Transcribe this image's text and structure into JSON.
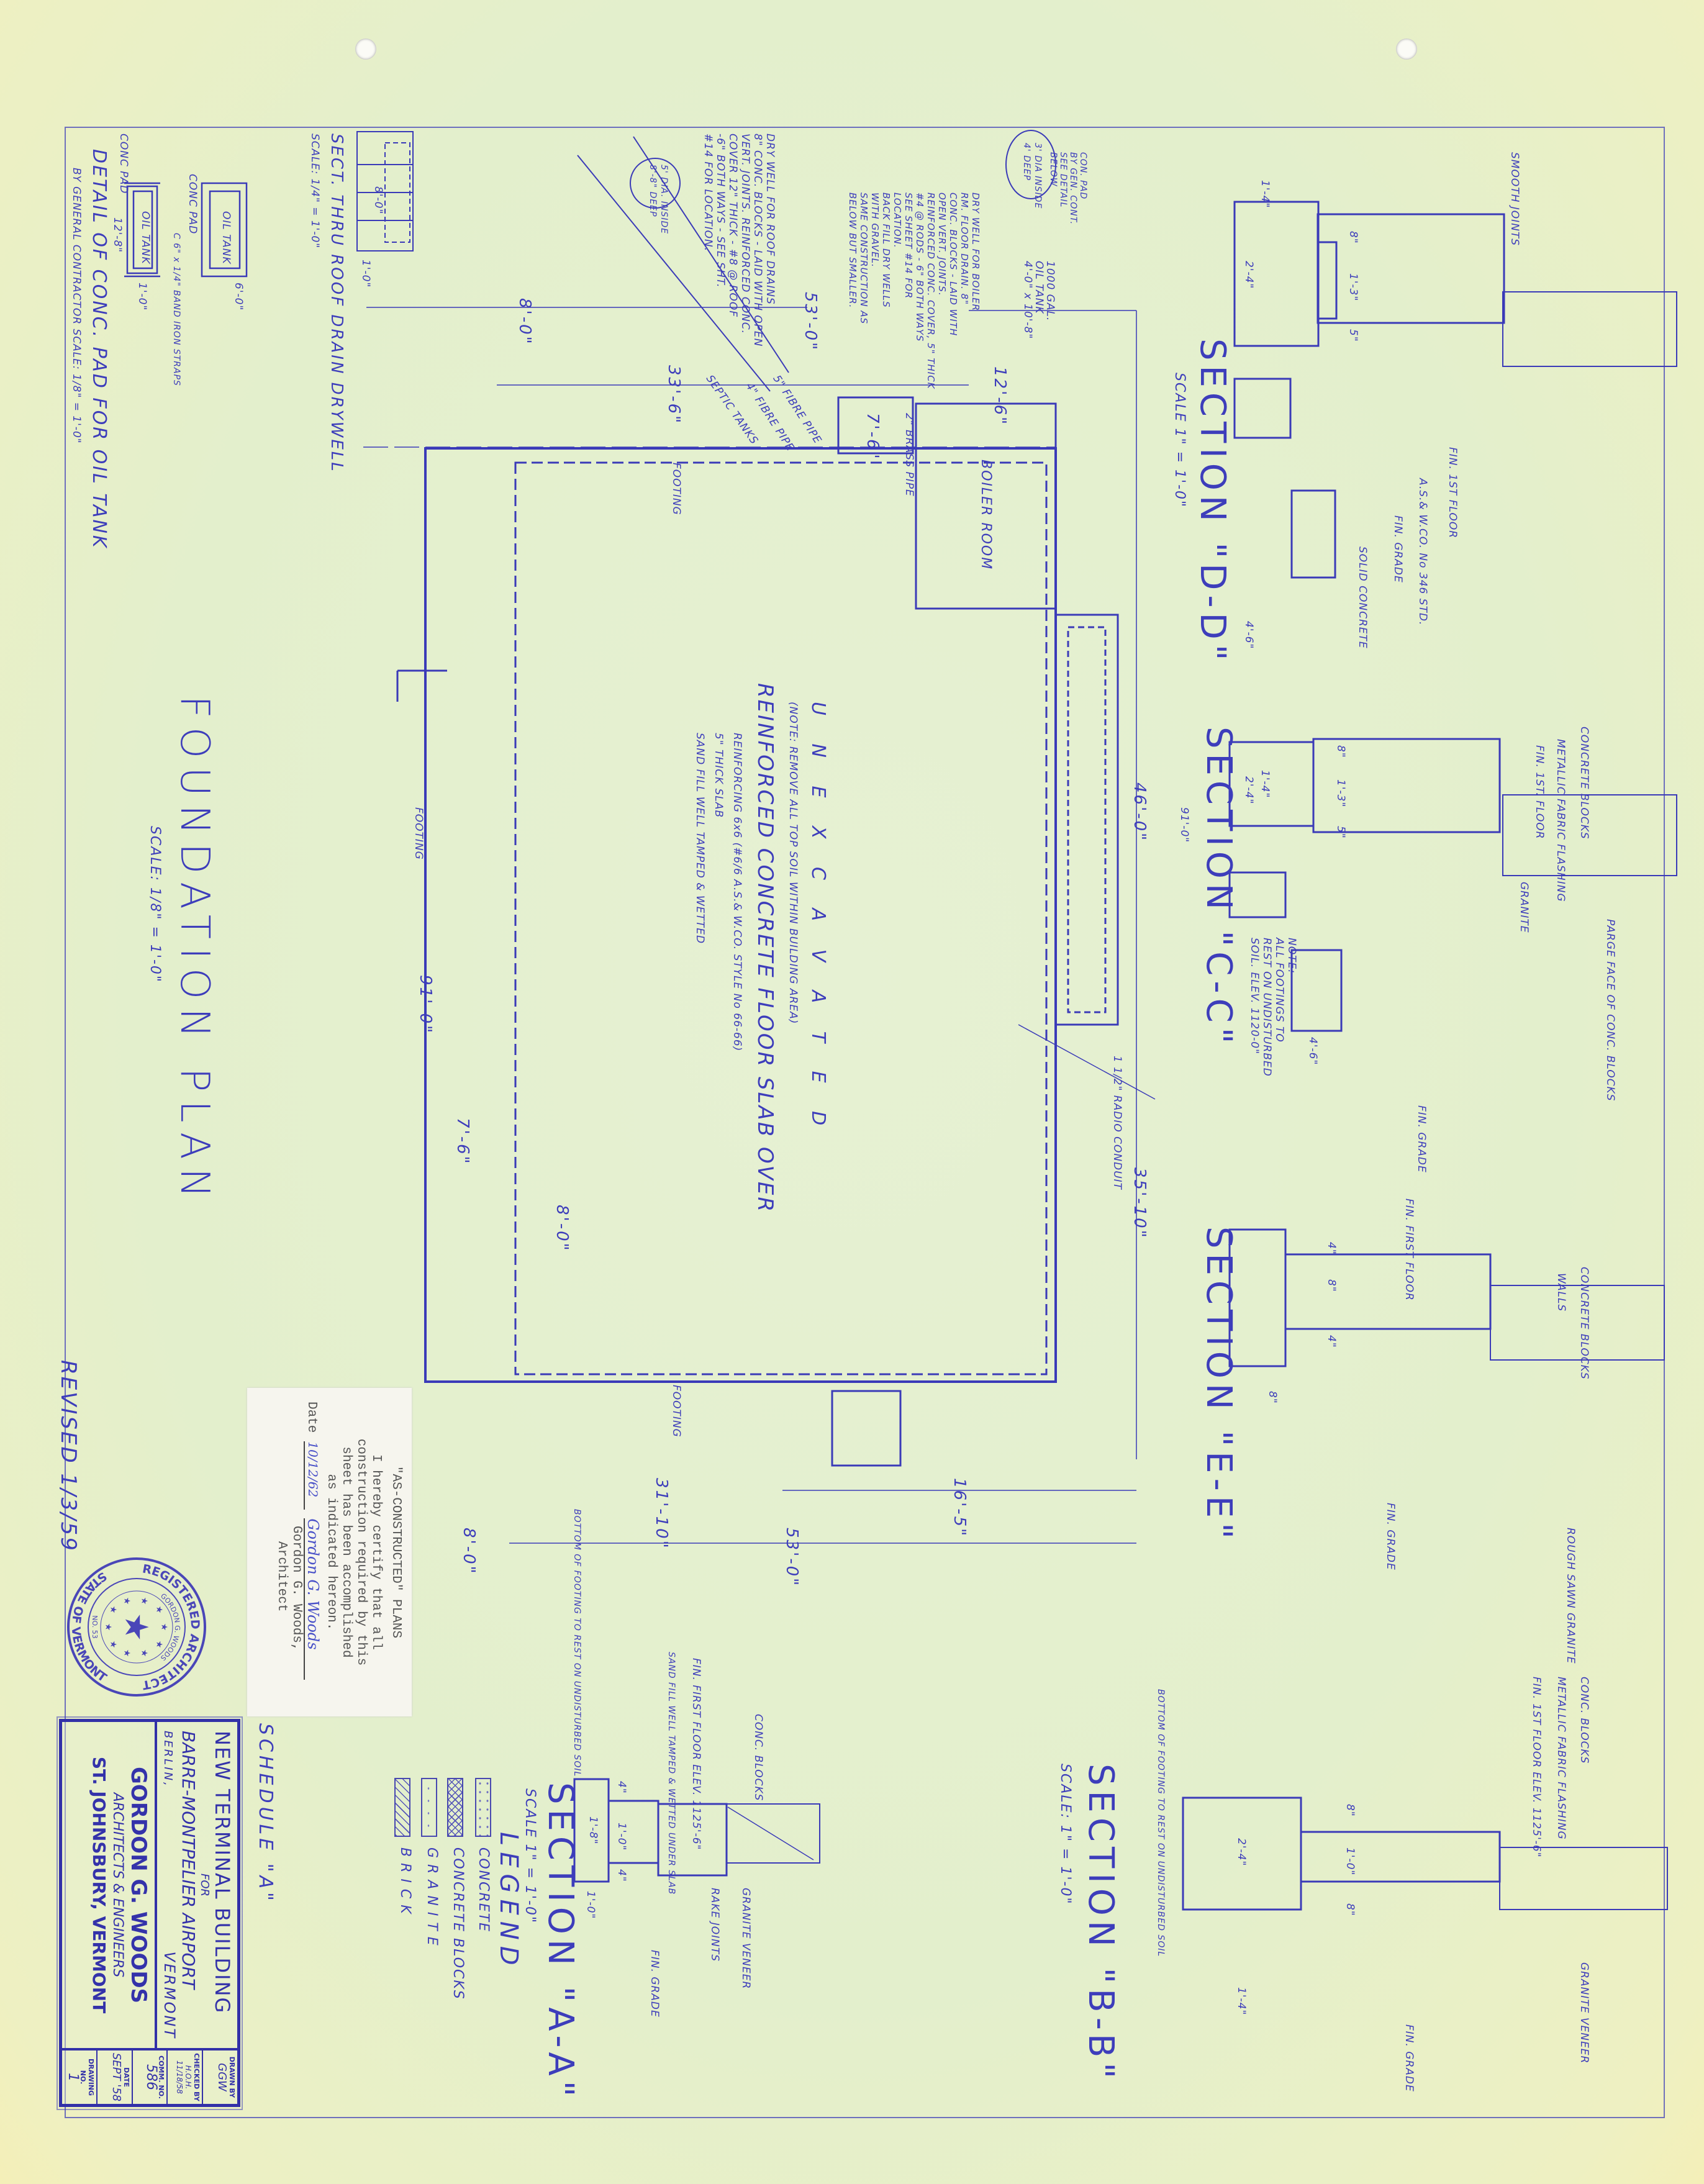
{
  "colors": {
    "ink": "#3a3ab8",
    "paper": "#e4efcd",
    "seal": "#4a46b8"
  },
  "plan": {
    "title": "FOUNDATION PLAN",
    "scale": "SCALE: 1/8\" = 1'-0\"",
    "unexcavated": "U N E X C A V A T E D",
    "unexcavated_note": "(NOTE: REMOVE ALL TOP SOIL WITHIN BUILDING AREA)",
    "slab_title": "REINFORCED CONCRETE FLOOR SLAB OVER",
    "slab_lines": [
      "REINFORCING 6x6 (#6/6 A.S.& W.CO. STYLE No 66-66)",
      "5\" THICK SLAB",
      "SAND FILL WELL TAMPED & WETTED"
    ],
    "boiler_room": "BOILER ROOM",
    "footing": "FOOTING",
    "septic": "SEPTIC TANKS",
    "pipe_5": "5\" FIBRE PIPE",
    "pipe_4": "4\" FIBRE PIPE",
    "conduit": "1 1/2\" RADIO CONDUIT",
    "dimensions": {
      "d53a": "53'-0\"",
      "d33": "33'-6\"",
      "d8a": "8'-0\"",
      "d7": "7'-6\"",
      "d12": "12'-6\"",
      "d91": "91'-0\"",
      "d46": "46'-0\"",
      "d35": "35'-10\"",
      "d31": "31'-10\"",
      "d16": "16'-5\"",
      "d53b": "53'-0\"",
      "d8b": "8'-0\"",
      "d7b": "7'-6\"",
      "d8c": "8'-0\""
    }
  },
  "notes": {
    "drywell_roof": [
      "DRY WELL FOR ROOF DRAINS",
      "8\" CONC. BLOCKS - LAID WITH OPEN",
      "VERT. JOINTS. REINFORCED CONC.",
      "COVER 12\" THICK - #8 @ ROOF",
      "-6\" BOTH WAYS - SEE SHT.",
      "#14 FOR LOCATION."
    ],
    "drywell_roof_size": [
      "5' DIA. INSIDE",
      "8'-8\" DEEP"
    ],
    "drywell_boiler": [
      "DRY WELL FOR BOILER",
      "RM. FLOOR DRAIN. 8\"",
      "CONC. BLOCKS - LAID WITH",
      "OPEN VERT. JOINTS.",
      "REINFORCED CONC. COVER, 5\" THICK",
      "#4 @ RODS - 6\" BOTH WAYS",
      "SEE SHEET #14 FOR",
      "LOCATION.",
      "BACK FILL DRY WELLS",
      "WITH GRAVEL.",
      "SAME CONSTRUCTION AS",
      "BELOW BUT SMALLER."
    ],
    "drywell_boiler_size": [
      "3' DIA INSIDE",
      "4' DEEP"
    ],
    "oil_tank": [
      "1000 GAL.",
      "OIL TANK",
      "4'-0\" x 10'-8\""
    ],
    "conc_pad": [
      "CON. PAD",
      "BY GEN. CONT.",
      "SEE DETAIL",
      "BELOW"
    ],
    "pipe_2": "2\" BRASS PIPE",
    "footing_note": [
      "NOTE:",
      "ALL FOOTINGS TO",
      "REST ON UNDISTURBED",
      "SOIL. ELEV. 1120-0\""
    ]
  },
  "details": {
    "oil_pad_title": "DETAIL OF CONC. PAD FOR OIL TANK",
    "oil_pad_sub": "BY GENERAL CONTRACTOR      SCALE: 1/8\" = 1'-0\"",
    "oil_tank_label": "OIL TANK",
    "conc_pad_label": "CONC PAD",
    "band_iron": "C 6\" x 1/4\" BAND IRON STRAPS",
    "dims": [
      "12'-8\"",
      "1'-0\"",
      "6'-0\"",
      "8'-0\"",
      "1'-0\""
    ],
    "drywell_title": "SECT. THRU ROOF DRAIN DRYWELL",
    "drywell_scale": "SCALE: 1/4\" = 1'-0\""
  },
  "sections": [
    {
      "label": "SECTION \"D-D\"",
      "scale": "SCALE 1\" = 1'-0\"",
      "dims": [
        "1'-4\"",
        "2'-4\"",
        "8\"",
        "1'-3\"",
        "5\"",
        "4'-6\""
      ],
      "notes": [
        "SMOOTH JOINTS",
        "FIN. 1ST FLOOR",
        "A.S.& W.CO. No 346 STD.",
        "FIN. GRADE",
        "SOLID CONCRETE"
      ]
    },
    {
      "label": "SECTION \"C-C\"",
      "scale": "",
      "dims": [
        "1'-4\"",
        "2'-4\"",
        "8\"",
        "1'-3\"",
        "5\"",
        "4'-6\"",
        "91'-0\""
      ],
      "notes": [
        "CONCRETE BLOCKS",
        "METALLIC FABRIC FLASHING",
        "FIN. 1ST. FLOOR",
        "GRANITE",
        "PARGE FACE OF CONC. BLOCKS",
        "FIN. GRADE"
      ]
    },
    {
      "label": "SECTION \"E-E\"",
      "scale": "",
      "dims": [
        "4\"",
        "8\"",
        "4\"",
        "8\""
      ],
      "notes": [
        "CONCRETE BLOCKS",
        "WALLS",
        "ROUGH SAWN GRANITE",
        "FIN. GRADE",
        "FIN. FIRST FLOOR"
      ]
    },
    {
      "label": "SECTION \"B-B\"",
      "scale": "SCALE: 1\" = 1'-0\"",
      "dims": [
        "2'-4\"",
        "1'-0\"",
        "8\"",
        "8\"",
        "1'-4\""
      ],
      "notes": [
        "CONC. BLOCKS",
        "METALLIC FABRIC FLASHING",
        "FIN. 1ST FLOOR ELEV. 1125'-6\"",
        "GRANITE VENEER",
        "FIN. GRADE",
        "BOTTOM OF FOOTING TO REST ON UNDISTURBED SOIL"
      ]
    },
    {
      "label": "SECTION \"A-A\"",
      "scale": "SCALE 1\" = 1'-0\"",
      "dims": [
        "1'-8\"",
        "4\"",
        "1'-0\"",
        "4\"",
        "1'-0\""
      ],
      "notes": [
        "CONC. BLOCKS",
        "FIN. FIRST FLOOR ELEV. 1125'-6\"",
        "SAND FILL WELL TAMPED & WETTED UNDER SLAB",
        "RAKE JOINTS",
        "GRANITE VENEER",
        "FIN. GRADE",
        "BOTTOM OF FOOTING TO REST ON UNDISTURBED SOIL"
      ]
    }
  ],
  "legend": {
    "title": "LEGEND",
    "items": [
      {
        "label": "CONCRETE"
      },
      {
        "label": "CONCRETE BLOCKS"
      },
      {
        "label": "GRANITE"
      },
      {
        "label": "BRICK"
      }
    ]
  },
  "certificate": {
    "heading": "\"AS-CONSTRUCTED\" PLANS",
    "lines": [
      "I hereby certify that all",
      "construction required by this",
      "sheet has been accomplished",
      "as indicated hereon."
    ],
    "date_label": "Date",
    "date_value": "10/12/62",
    "signature": "Gordon G. Woods",
    "name": "Gordon G. Woods,",
    "title": "Architect"
  },
  "seal": {
    "top": "REGISTERED ARCHITECT",
    "bottom": "STATE OF VERMONT",
    "name": "GORDON G. WOODS",
    "number": "NO. 53"
  },
  "revised": "REVISED 1/3/59",
  "schedule": "SCHEDULE \"A\"",
  "title_block": {
    "project": "NEW TERMINAL BUILDING",
    "for": "FOR",
    "client": "BARRE-MONTPELIER AIRPORT",
    "city": "BERLIN,",
    "state": "VERMONT",
    "firm": "GORDON G. WOODS",
    "firm_sub": "ARCHITECTS & ENGINEERS",
    "firm_city": "ST. JOHNSBURY, VERMONT",
    "drawn_by_label": "DRAWN BY",
    "drawn_by": "GGW",
    "checked_by_label": "CHECKED BY",
    "checked_by": "H.O.H. 11/18/58",
    "comm_no_label": "COMM. NO.",
    "comm_no": "586",
    "date_label": "DATE",
    "date": "SEPT '58",
    "drawing_no_label": "DRAWING NO.",
    "drawing_no": "1"
  }
}
